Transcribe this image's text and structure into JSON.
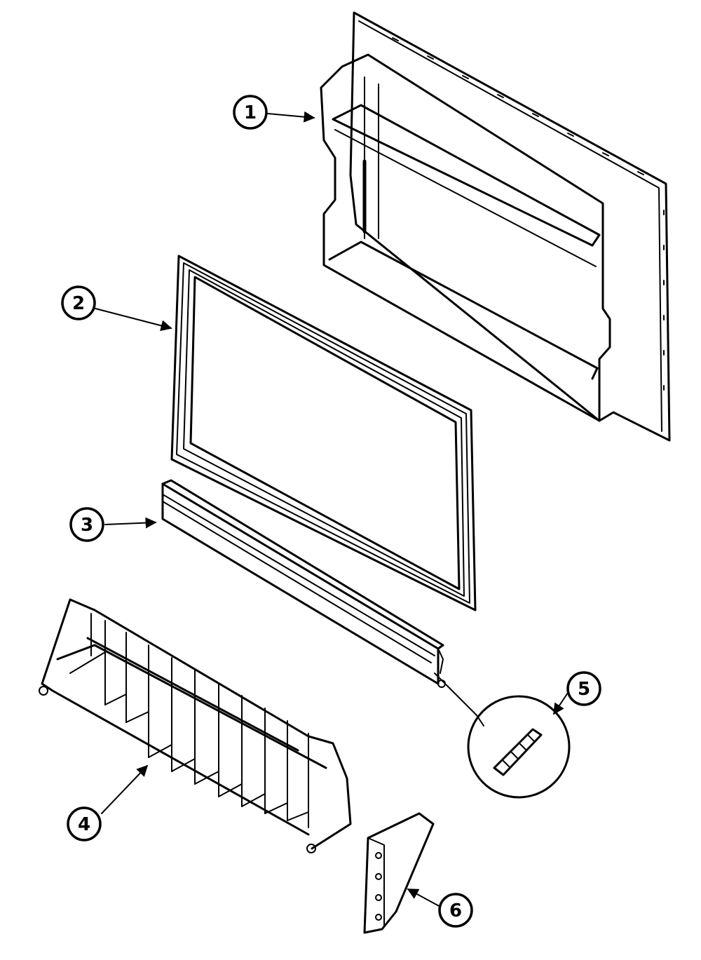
{
  "callouts": [
    {
      "id": "1",
      "label": "1"
    },
    {
      "id": "2",
      "label": "2"
    },
    {
      "id": "3",
      "label": "3"
    },
    {
      "id": "4",
      "label": "4"
    },
    {
      "id": "5",
      "label": "5"
    },
    {
      "id": "6",
      "label": "6"
    }
  ],
  "parts": [
    {
      "callout": "1",
      "name": "door-liner"
    },
    {
      "callout": "2",
      "name": "door-gasket"
    },
    {
      "callout": "3",
      "name": "door-trim-strip"
    },
    {
      "callout": "4",
      "name": "wire-door-shelf"
    },
    {
      "callout": "5",
      "name": "shelf-clip"
    },
    {
      "callout": "6",
      "name": "shelf-bracket"
    }
  ],
  "colors": {
    "ink": "#000000",
    "paper": "#ffffff"
  }
}
